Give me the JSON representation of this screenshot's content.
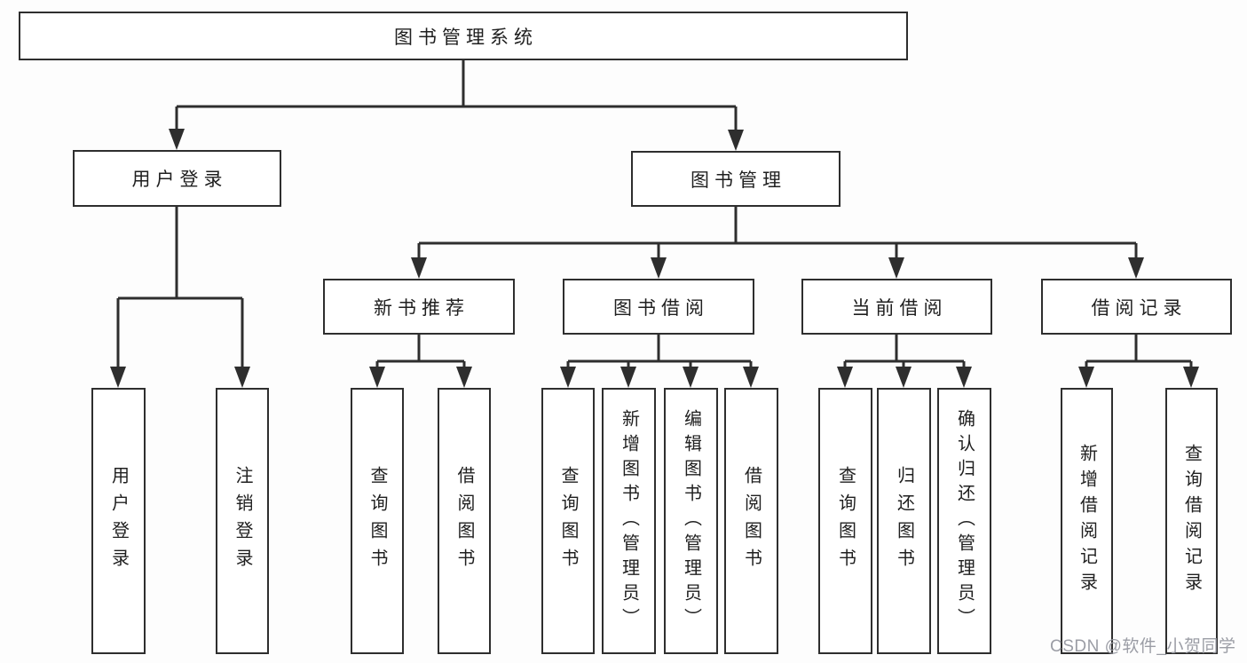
{
  "diagram": {
    "root": "图书管理系统",
    "level2": {
      "user_login": "用户登录",
      "book_management": "图书管理"
    },
    "level3": {
      "new_book_recommend": "新书推荐",
      "book_borrowing": "图书借阅",
      "current_borrowing": "当前借阅",
      "borrowing_records": "借阅记录"
    },
    "leaves": {
      "login_user_login": "用户登录",
      "login_logout": "注销登录",
      "recommend_query_books": "查询图书",
      "recommend_borrow_books": "借阅图书",
      "borrowing_query_books": "查询图书",
      "borrowing_add_books_admin": "新增图书（管理员）",
      "borrowing_edit_books_admin": "编辑图书（管理员）",
      "borrowing_borrow_books": "借阅图书",
      "current_query_books": "查询图书",
      "current_return_books": "归还图书",
      "current_confirm_return_admin": "确认归还（管理员）",
      "records_add_borrow_record": "新增借阅记录",
      "records_query_borrow_record": "查询借阅记录"
    }
  },
  "watermark": {
    "text": "CSDN @软件_小贺同学"
  },
  "colors": {
    "line": "#2e2e2e",
    "box_border": "#2e2e2e",
    "box_background": "#ffffff",
    "text": "#1f1f1f",
    "watermark": "#9698a0",
    "page_background": "#fdfdfd"
  }
}
